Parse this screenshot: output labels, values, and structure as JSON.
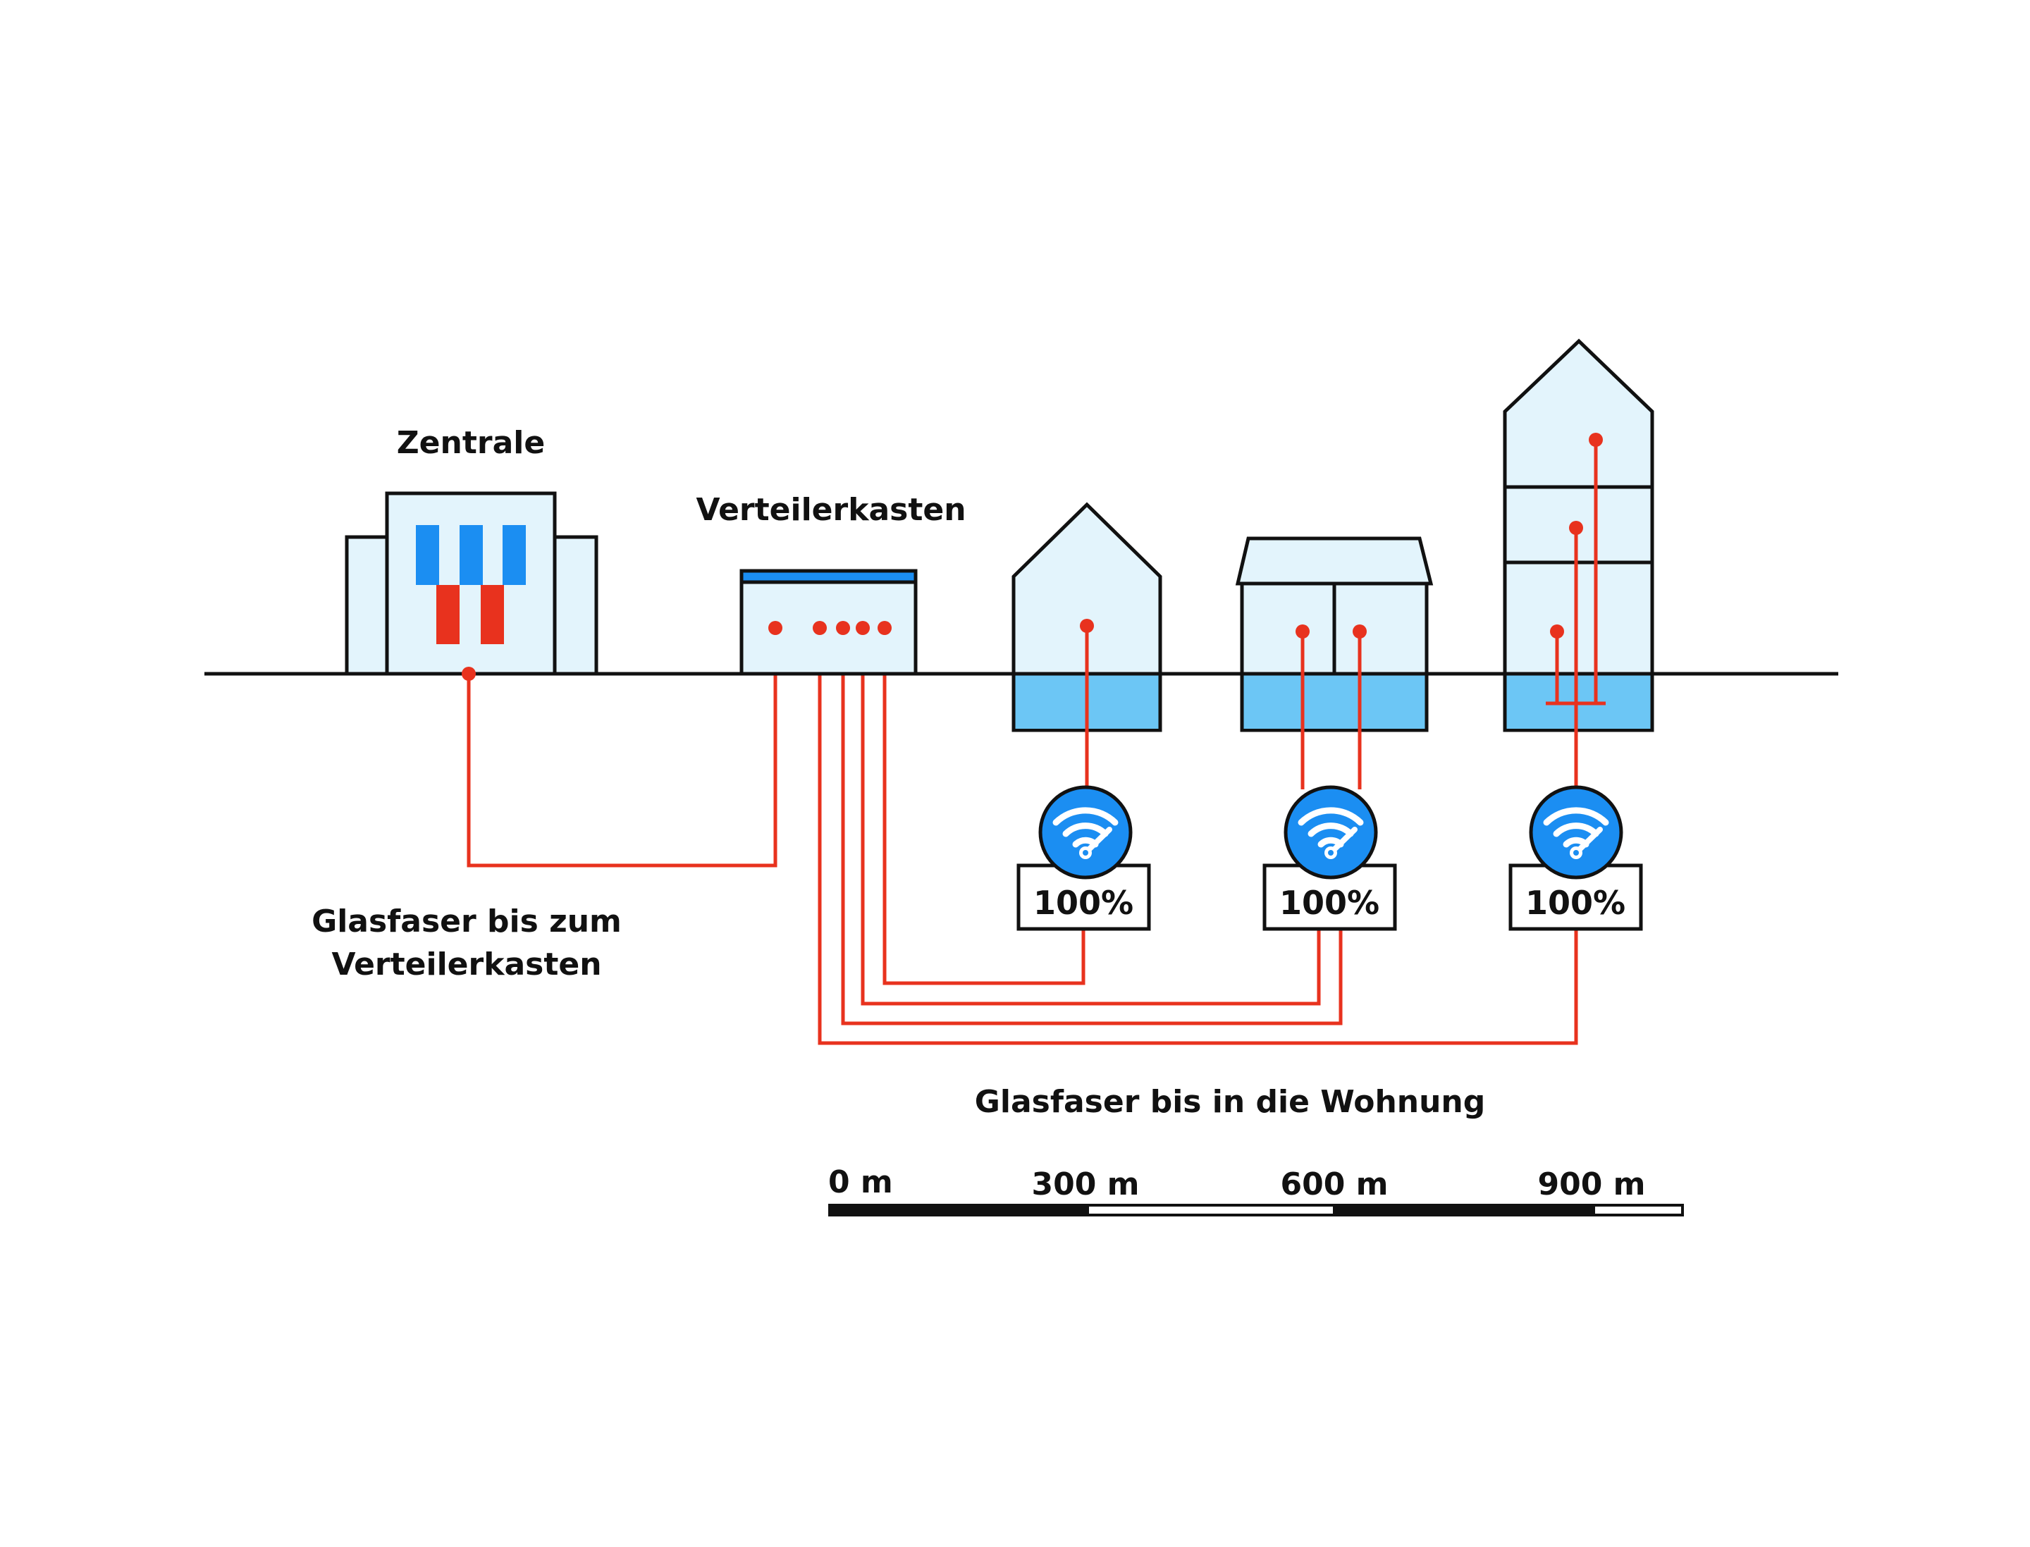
{
  "labels": {
    "central": "Zentrale",
    "cabinet": "Verteilerkasten",
    "fttc_line1": "Glasfaser bis zum",
    "fttc_line2": "Verteilerkasten",
    "ftth": "Glasfaser bis in die Wohnung"
  },
  "speeds": [
    {
      "value": "100%"
    },
    {
      "value": "100%"
    },
    {
      "value": "100%"
    }
  ],
  "scale": {
    "ticks": [
      "0 m",
      "300 m",
      "600 m",
      "900 m"
    ]
  },
  "colors": {
    "fiber": "#e8321e",
    "accent_blue": "#1b8ef2",
    "building_fill": "#e3f4fc",
    "basement_fill": "#6cc6f5",
    "outline": "#111111"
  },
  "icons": {
    "speed": "wifi-speedometer-icon"
  }
}
